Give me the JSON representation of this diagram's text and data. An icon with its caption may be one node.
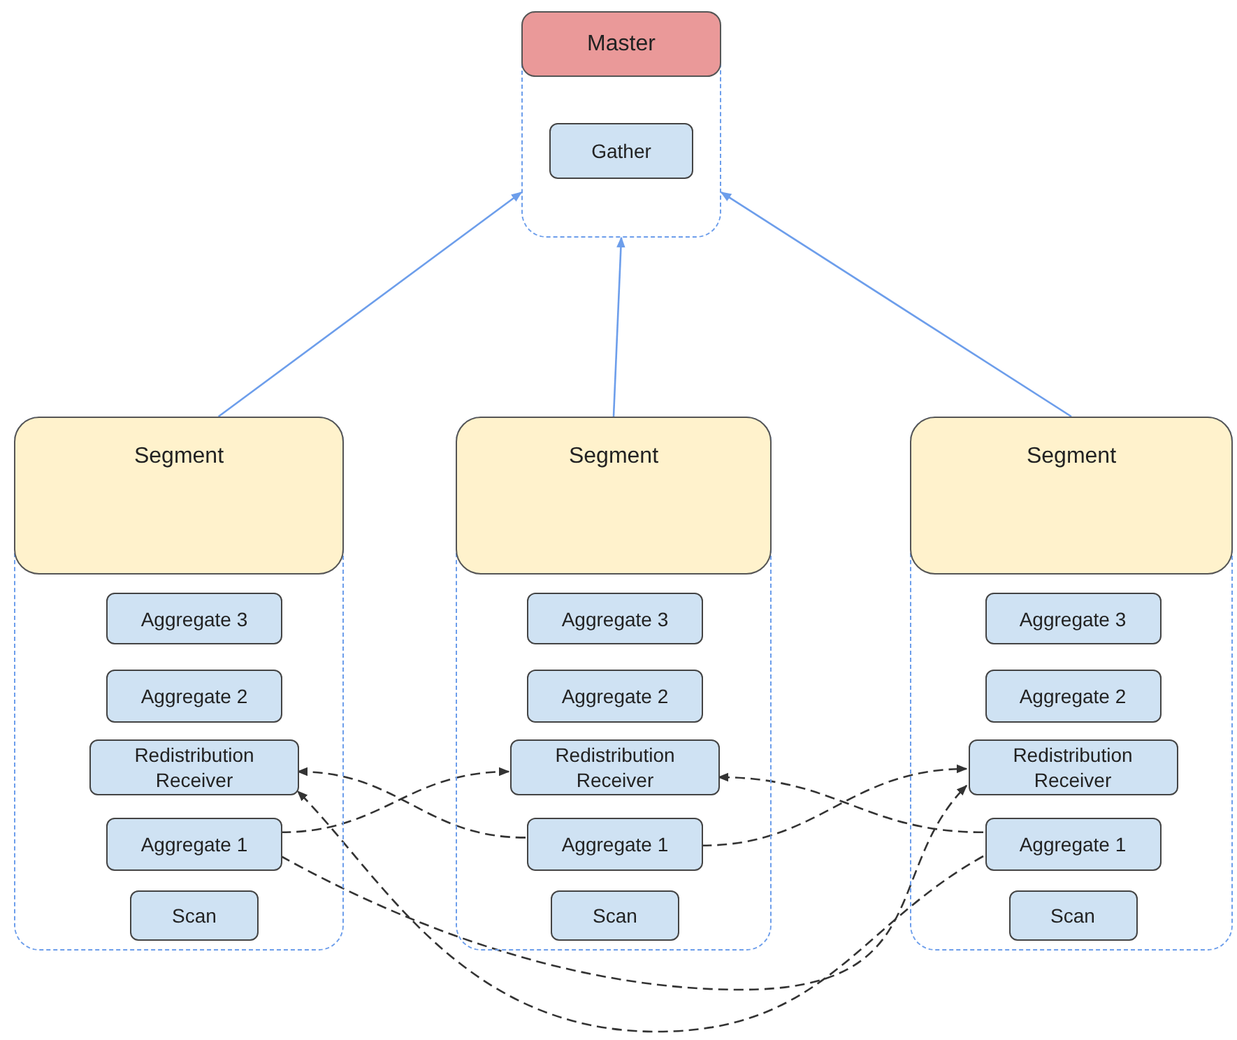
{
  "diagram": {
    "nodes": [
      {
        "text": [
          "Master"
        ]
      },
      {
        "text": [
          "Gather"
        ],
        "in": 0
      },
      {
        "text": [
          "Segment"
        ]
      },
      {
        "text": [
          "Aggregate 3"
        ],
        "in": 2
      },
      {
        "text": [
          "Aggregate 2"
        ],
        "in": 2
      },
      {
        "text": [
          "Redistribution Receiver"
        ],
        "in": 2
      },
      {
        "text": [
          "Aggregate 1"
        ],
        "in": 2
      },
      {
        "text": [
          "Scan"
        ],
        "in": 2
      },
      {
        "text": [
          "Segment"
        ]
      },
      {
        "text": [
          "Aggregate 3"
        ],
        "in": 8
      },
      {
        "text": [
          "Aggregate 2"
        ],
        "in": 8
      },
      {
        "text": [
          "Redistribution Receiver"
        ],
        "in": 8
      },
      {
        "text": [
          "Aggregate 1"
        ],
        "in": 8
      },
      {
        "text": [
          "Scan"
        ],
        "in": 8
      },
      {
        "text": [
          "Segment"
        ]
      },
      {
        "text": [
          "Aggregate 3"
        ],
        "in": 14
      },
      {
        "text": [
          "Aggregate 2"
        ],
        "in": 14
      },
      {
        "text": [
          "Redistribution Receiver"
        ],
        "in": 14
      },
      {
        "text": [
          "Aggregate 1"
        ],
        "in": 14
      },
      {
        "text": [
          "Scan"
        ],
        "in": 14
      }
    ],
    "edges": [
      {
        "from": 2,
        "to": 0,
        "arrow": "to",
        "color": "#6d9eeb"
      },
      {
        "from": 8,
        "to": 0,
        "arrow": "to",
        "color": "#6d9eeb"
      },
      {
        "from": 14,
        "to": 0,
        "arrow": "to",
        "color": "#6d9eeb"
      },
      {
        "from": 6,
        "to": 11,
        "arrow": "to",
        "style": "dashed"
      },
      {
        "from": 6,
        "to": 17,
        "arrow": "to",
        "style": "dashed"
      },
      {
        "from": 12,
        "to": 5,
        "arrow": "to",
        "style": "dashed"
      },
      {
        "from": 12,
        "to": 17,
        "arrow": "to",
        "style": "dashed"
      },
      {
        "from": 18,
        "to": 11,
        "arrow": "to",
        "style": "dashed"
      },
      {
        "from": 18,
        "to": 5,
        "arrow": "to",
        "style": "dashed"
      }
    ]
  }
}
